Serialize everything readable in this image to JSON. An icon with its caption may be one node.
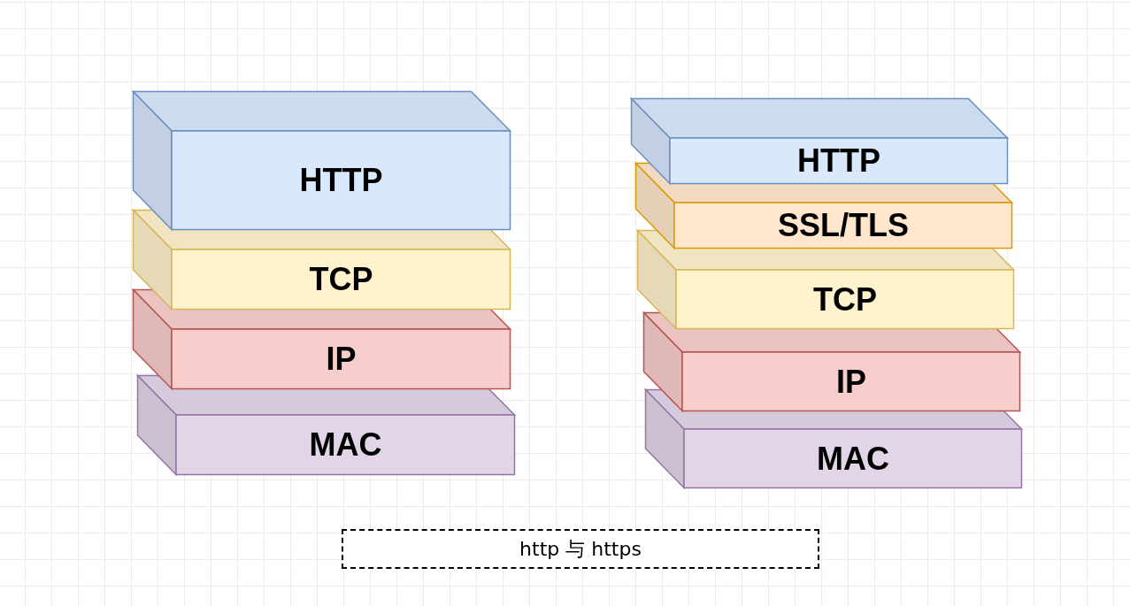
{
  "diagram": {
    "caption": "http 与 https",
    "nodes": [
      {
        "text": [
          "HTTP"
        ]
      },
      {
        "text": [
          "TCP"
        ]
      },
      {
        "text": [
          "IP"
        ]
      },
      {
        "text": [
          "MAC"
        ]
      },
      {
        "text": [
          "HTTP"
        ]
      },
      {
        "text": [
          "SSL/TLS"
        ]
      },
      {
        "text": [
          "TCP"
        ]
      },
      {
        "text": [
          "IP"
        ]
      },
      {
        "text": [
          "MAC"
        ]
      }
    ]
  }
}
